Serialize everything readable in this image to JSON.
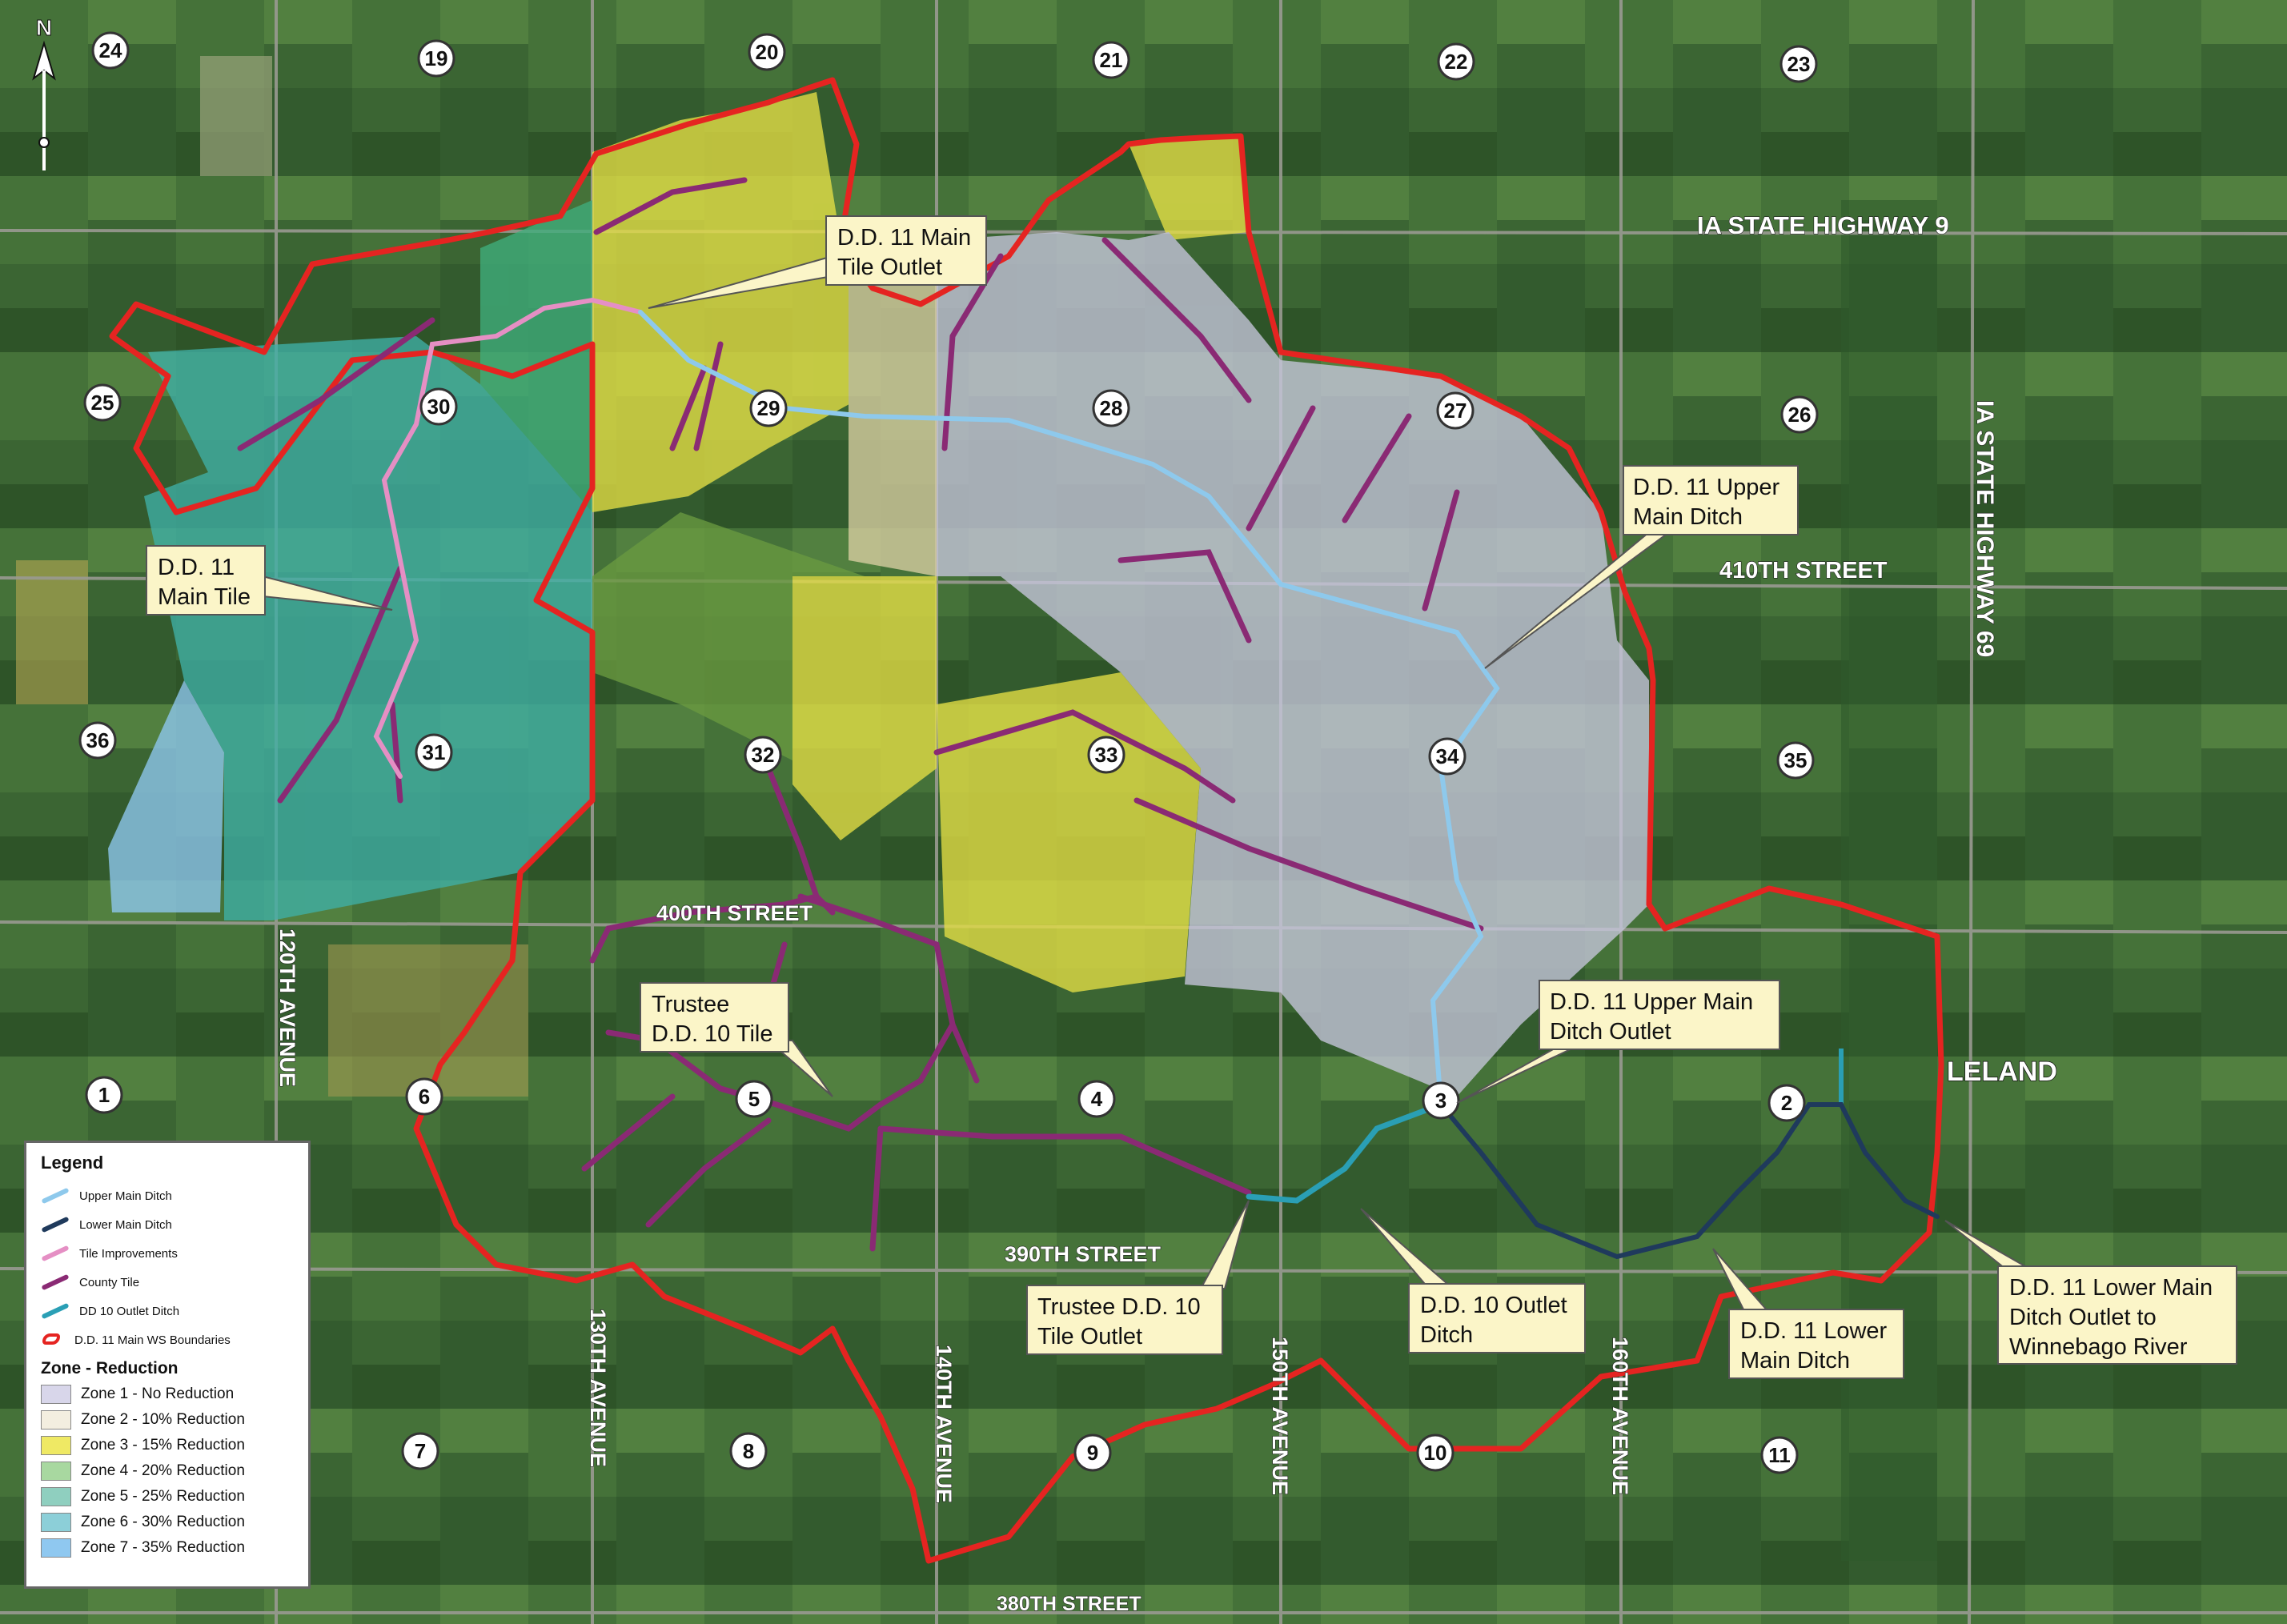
{
  "north_label": "N",
  "roads": {
    "hwy9": "IA STATE HIGHWAY 9",
    "hwy69": "IA STATE HIGHWAY 69",
    "st410": "410TH STREET",
    "st400": "400TH STREET",
    "st390": "390TH STREET",
    "st380": "380TH STREET",
    "av120": "120TH AVENUE",
    "av130": "130TH AVENUE",
    "av140": "140TH AVENUE",
    "av150": "150TH AVENUE",
    "av160": "160TH AVENUE"
  },
  "town": "LELAND",
  "sections": [
    "24",
    "19",
    "20",
    "21",
    "22",
    "23",
    "25",
    "30",
    "29",
    "28",
    "27",
    "26",
    "36",
    "31",
    "32",
    "33",
    "34",
    "35",
    "1",
    "6",
    "5",
    "4",
    "3",
    "2",
    "7",
    "8",
    "9",
    "10",
    "11"
  ],
  "callouts": {
    "main_tile_outlet": [
      "D.D. 11 Main",
      "Tile Outlet"
    ],
    "main_tile": [
      "D.D. 11",
      "Main Tile"
    ],
    "upper_main_ditch": [
      "D.D. 11 Upper",
      "Main Ditch"
    ],
    "trustee_tile": [
      "Trustee",
      "D.D. 10 Tile"
    ],
    "upper_ditch_outlet": [
      "D.D. 11 Upper Main",
      "Ditch Outlet"
    ],
    "trustee_outlet": [
      "Trustee D.D. 10",
      "Tile Outlet"
    ],
    "dd10_outlet": [
      "D.D. 10 Outlet",
      "Ditch"
    ],
    "lower_main_ditch": [
      "D.D. 11 Lower",
      "Main Ditch"
    ],
    "lower_outlet": [
      "D.D. 11 Lower Main",
      "Ditch Outlet to",
      "Winnebago River"
    ]
  },
  "legend": {
    "title": "Legend",
    "lines": [
      {
        "label": "Upper Main Ditch",
        "color": "#8ec9ec"
      },
      {
        "label": "Lower Main Ditch",
        "color": "#1f3a5c"
      },
      {
        "label": "Tile Improvements",
        "color": "#e58fc4"
      },
      {
        "label": "County Tile",
        "color": "#8a2a74"
      },
      {
        "label": "DD 10 Outlet Ditch",
        "color": "#2a9fb5"
      }
    ],
    "boundary_label": "D.D. 11 Main WS Boundaries",
    "boundary_color": "#e52421",
    "zone_title": "Zone - Reduction",
    "zones": [
      {
        "label": "Zone 1 - No Reduction",
        "color": "#d8d6ea"
      },
      {
        "label": "Zone 2 - 10% Reduction",
        "color": "#f3eee0"
      },
      {
        "label": "Zone 3 - 15% Reduction",
        "color": "#efe964"
      },
      {
        "label": "Zone 4 - 20% Reduction",
        "color": "#a8d8a0"
      },
      {
        "label": "Zone 5 - 25% Reduction",
        "color": "#8fcfbf"
      },
      {
        "label": "Zone 6 - 30% Reduction",
        "color": "#8ccfd8"
      },
      {
        "label": "Zone 7 - 35% Reduction",
        "color": "#8fc8f0"
      }
    ]
  }
}
